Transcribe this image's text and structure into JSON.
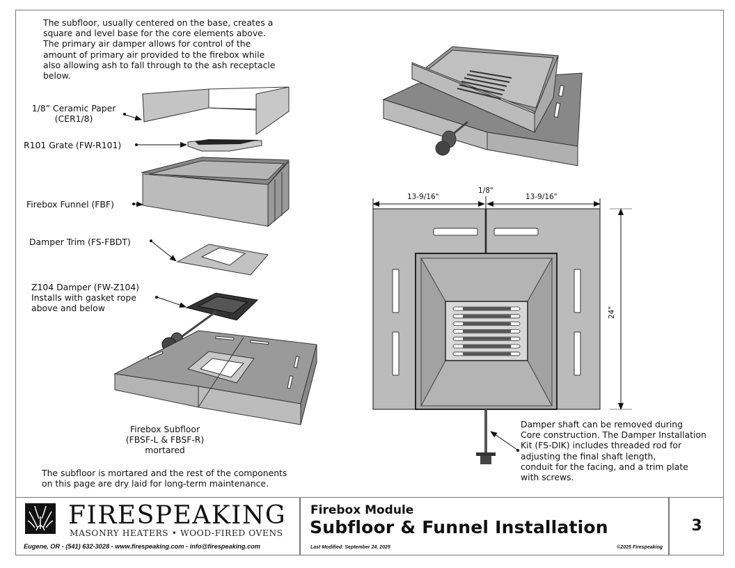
{
  "intro_text": "The subfloor, usually centered on the base, creates a\nsquare and level base for the core elements above.\nThe primary air damper allows for control of the\namount of primary air provided to the firebox while\nalso allowing ash to fall through to the ash receptacle\nbelow.",
  "callouts": {
    "ceramic_paper": "1/8” Ceramic Paper\n(CER1/8)",
    "grate": "R101 Grate (FW-R101)",
    "funnel": "Firebox Funnel (FBF)",
    "damper_trim": "Damper Trim (FS-FBDT)",
    "damper": "Z104 Damper (FW-Z104)\nInstalls with gasket rope\nabove and below",
    "subfloor": "Firebox Subfloor\n(FBSF-L & FBSF-R)\nmortared"
  },
  "bottom_note": "The subfloor is mortared and the rest of the components\non this page are dry laid for long-term maintenance.",
  "shaft_note": "Damper shaft can be removed during\nCore construction. The Damper Installation\nKit (FS-DIK) includes threaded rod for\nadjusting the final shaft length,\nconduit for the facing, and a trim plate\nwith screws.",
  "dimensions": {
    "left_width": "13-9/16\"",
    "gap": "1/8\"",
    "right_width": "13-9/16\"",
    "depth": "24\""
  },
  "footer": {
    "brand": "FIRESPEAKING",
    "tagline": "MASONRY HEATERS • WOOD-FIRED OVENS",
    "contact": "Eugene, OR - (541) 632-3028 - www.firespeaking.com - info@firespeaking.com",
    "module": "Firebox Module",
    "title": "Subfloor & Funnel Installation",
    "last_modified": "Last Modified: September 24, 2025",
    "copyright": "©2025 Firespeaking",
    "page_number": "3"
  }
}
